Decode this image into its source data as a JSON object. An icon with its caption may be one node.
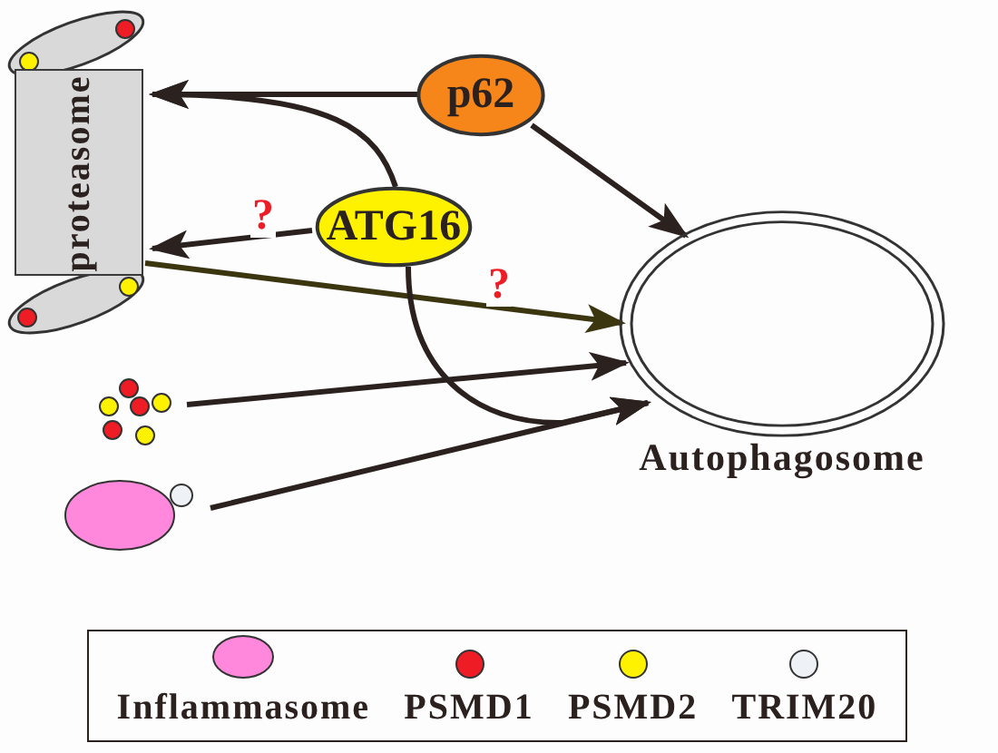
{
  "diagram": {
    "nodes": [
      {
        "text": [
          "proteasome"
        ]
      },
      {
        "text": [
          "p62"
        ]
      },
      {
        "text": [
          "ATG16"
        ]
      },
      {
        "text": [
          "Autophagosome"
        ]
      },
      {
        "text": [],
        "shape": "circle"
      },
      {
        "text": [],
        "shape": "circle"
      }
    ],
    "edges": [
      {
        "from": 1,
        "to": 0,
        "arrow": "to"
      },
      {
        "from": 1,
        "to": 3,
        "arrow": "to"
      },
      {
        "from": 2,
        "to": 0,
        "arrow": "to"
      },
      {
        "from": 2,
        "to": 0,
        "arrow": "to",
        "label": "?"
      },
      {
        "from": 0,
        "to": 3,
        "arrow": "to",
        "label": "?",
        "color": "#3b3510"
      },
      {
        "from": 2,
        "to": 3,
        "arrow": "to"
      },
      {
        "from": 4,
        "to": 3,
        "arrow": "to"
      },
      {
        "from": 5,
        "to": 3,
        "arrow": "to"
      }
    ],
    "legend": [
      {
        "text": "Inflammasome",
        "color": "#ff88dd"
      },
      {
        "text": "PSMD1",
        "color": "#ee1c24"
      },
      {
        "text": "PSMD2",
        "color": "#fff200"
      },
      {
        "text": "TRIM20",
        "color": "#eef2f6"
      }
    ]
  }
}
